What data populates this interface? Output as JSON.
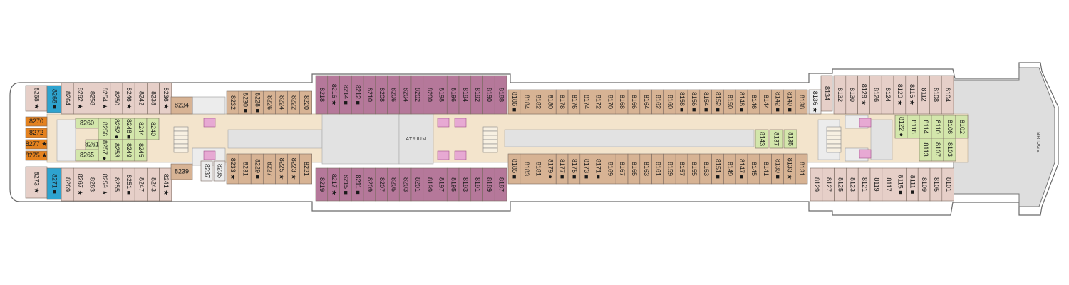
{
  "labels": {
    "atrium": "ATRIUM",
    "bridge": "BRIDGE"
  },
  "colors": {
    "tan": "#d7b394",
    "purple": "#b5789a",
    "pink": "#e6cfc8",
    "green": "#d3e6ab",
    "teal": "#2ea3cf",
    "orange": "#e4821f",
    "cream": "#f3e4cc",
    "corridor": "#e2e2e2",
    "light": "#ececec",
    "hull": "#ffffff",
    "outline": "#6a6a6a"
  },
  "cabins": {
    "top_row": [
      {
        "n": "8264",
        "c": "pink"
      },
      {
        "n": "8262 ★",
        "c": "pink"
      },
      {
        "n": "8258",
        "c": "pink"
      },
      {
        "n": "8254 ★",
        "c": "pink"
      },
      {
        "n": "8250",
        "c": "pink"
      },
      {
        "n": "8246 ★",
        "c": "pink"
      },
      {
        "n": "8242",
        "c": "pink"
      },
      {
        "n": "8238",
        "c": "pink"
      },
      {
        "n": "8236 ★",
        "c": "pink"
      },
      {
        "n": "8232",
        "c": "tan"
      },
      {
        "n": "8230 ■",
        "c": "tan"
      },
      {
        "n": "8228 ■",
        "c": "tan"
      },
      {
        "n": "8226",
        "c": "tan"
      },
      {
        "n": "8224",
        "c": "tan"
      },
      {
        "n": "8222",
        "c": "tan"
      },
      {
        "n": "8220",
        "c": "tan"
      },
      {
        "n": "8218",
        "c": "purple"
      },
      {
        "n": "8216 ★",
        "c": "purple"
      },
      {
        "n": "8214 ■",
        "c": "purple"
      },
      {
        "n": "8212 ■",
        "c": "purple"
      },
      {
        "n": "8210",
        "c": "purple"
      },
      {
        "n": "8208",
        "c": "purple"
      },
      {
        "n": "8206",
        "c": "purple"
      },
      {
        "n": "8204",
        "c": "purple"
      },
      {
        "n": "8202",
        "c": "purple"
      },
      {
        "n": "8200",
        "c": "purple"
      },
      {
        "n": "8198",
        "c": "purple"
      },
      {
        "n": "8196",
        "c": "purple"
      },
      {
        "n": "8194",
        "c": "purple"
      },
      {
        "n": "8192",
        "c": "purple"
      },
      {
        "n": "8190",
        "c": "purple"
      },
      {
        "n": "8188",
        "c": "purple"
      },
      {
        "n": "8186 ■",
        "c": "tan"
      },
      {
        "n": "8184",
        "c": "tan"
      },
      {
        "n": "8182",
        "c": "tan"
      },
      {
        "n": "8180",
        "c": "tan"
      },
      {
        "n": "8178",
        "c": "tan"
      },
      {
        "n": "8176",
        "c": "tan"
      },
      {
        "n": "8174",
        "c": "tan"
      },
      {
        "n": "8172",
        "c": "tan"
      },
      {
        "n": "8170",
        "c": "tan"
      },
      {
        "n": "8168",
        "c": "tan"
      },
      {
        "n": "8166",
        "c": "tan"
      },
      {
        "n": "8164",
        "c": "tan"
      },
      {
        "n": "8162",
        "c": "tan"
      },
      {
        "n": "8160",
        "c": "tan"
      },
      {
        "n": "8158 ■",
        "c": "tan"
      },
      {
        "n": "8156 ■",
        "c": "tan"
      },
      {
        "n": "8154 ■",
        "c": "tan"
      },
      {
        "n": "8152 ■",
        "c": "tan"
      },
      {
        "n": "8150",
        "c": "tan"
      },
      {
        "n": "8148 ■",
        "c": "tan"
      },
      {
        "n": "8146",
        "c": "tan"
      },
      {
        "n": "8144",
        "c": "tan"
      },
      {
        "n": "8142 ■",
        "c": "tan"
      },
      {
        "n": "8140 ■",
        "c": "tan"
      },
      {
        "n": "8138",
        "c": "tan"
      },
      {
        "n": "8134",
        "c": "pink"
      },
      {
        "n": "8132",
        "c": "pink"
      },
      {
        "n": "8130",
        "c": "pink"
      },
      {
        "n": "8128 ★",
        "c": "pink"
      },
      {
        "n": "8126",
        "c": "pink"
      },
      {
        "n": "8124",
        "c": "pink"
      },
      {
        "n": "8120 ★",
        "c": "pink"
      },
      {
        "n": "8116 ★",
        "c": "pink"
      },
      {
        "n": "8112",
        "c": "pink"
      },
      {
        "n": "8108",
        "c": "pink"
      },
      {
        "n": "8104",
        "c": "pink"
      }
    ],
    "bottom_row": [
      {
        "n": "8269",
        "c": "pink"
      },
      {
        "n": "8267 ★",
        "c": "pink"
      },
      {
        "n": "8263",
        "c": "pink"
      },
      {
        "n": "8259 ★",
        "c": "pink"
      },
      {
        "n": "8255",
        "c": "pink"
      },
      {
        "n": "8251 ■",
        "c": "pink"
      },
      {
        "n": "8247",
        "c": "pink"
      },
      {
        "n": "8243",
        "c": "pink"
      },
      {
        "n": "8241 ★",
        "c": "pink"
      },
      {
        "n": "8233 ★",
        "c": "tan"
      },
      {
        "n": "8231",
        "c": "tan"
      },
      {
        "n": "8229 ■",
        "c": "tan"
      },
      {
        "n": "8227",
        "c": "tan"
      },
      {
        "n": "8225 ★",
        "c": "tan"
      },
      {
        "n": "8223 ★",
        "c": "tan"
      },
      {
        "n": "8221",
        "c": "tan"
      },
      {
        "n": "8219",
        "c": "purple"
      },
      {
        "n": "8217 ★",
        "c": "purple"
      },
      {
        "n": "8215 ■",
        "c": "purple"
      },
      {
        "n": "8211 ■",
        "c": "purple"
      },
      {
        "n": "8209",
        "c": "purple"
      },
      {
        "n": "8207",
        "c": "purple"
      },
      {
        "n": "8205",
        "c": "purple"
      },
      {
        "n": "8203",
        "c": "purple"
      },
      {
        "n": "8201",
        "c": "purple"
      },
      {
        "n": "8199",
        "c": "purple"
      },
      {
        "n": "8197",
        "c": "purple"
      },
      {
        "n": "8195",
        "c": "purple"
      },
      {
        "n": "8193",
        "c": "purple"
      },
      {
        "n": "8191",
        "c": "purple"
      },
      {
        "n": "8189",
        "c": "purple"
      },
      {
        "n": "8187",
        "c": "purple"
      },
      {
        "n": "8185 ■",
        "c": "tan"
      },
      {
        "n": "8183",
        "c": "tan"
      },
      {
        "n": "8181",
        "c": "tan"
      },
      {
        "n": "8179 ●",
        "c": "tan"
      },
      {
        "n": "8177 ■",
        "c": "tan"
      },
      {
        "n": "8175 ■",
        "c": "tan"
      },
      {
        "n": "8173 ■",
        "c": "tan"
      },
      {
        "n": "8171 ■",
        "c": "tan"
      },
      {
        "n": "8169",
        "c": "tan"
      },
      {
        "n": "8167",
        "c": "tan"
      },
      {
        "n": "8165",
        "c": "tan"
      },
      {
        "n": "8163",
        "c": "tan"
      },
      {
        "n": "8161",
        "c": "tan"
      },
      {
        "n": "8159",
        "c": "tan"
      },
      {
        "n": "8157",
        "c": "tan"
      },
      {
        "n": "8155",
        "c": "tan"
      },
      {
        "n": "8153",
        "c": "tan"
      },
      {
        "n": "8151 ■",
        "c": "tan"
      },
      {
        "n": "8149",
        "c": "tan"
      },
      {
        "n": "8147 ■",
        "c": "tan"
      },
      {
        "n": "8145",
        "c": "tan"
      },
      {
        "n": "8141",
        "c": "tan"
      },
      {
        "n": "8139 ■",
        "c": "tan"
      },
      {
        "n": "8133 ★",
        "c": "tan"
      },
      {
        "n": "8131",
        "c": "tan"
      },
      {
        "n": "8129",
        "c": "pink"
      },
      {
        "n": "8127",
        "c": "pink"
      },
      {
        "n": "8125",
        "c": "pink"
      },
      {
        "n": "8123",
        "c": "pink"
      },
      {
        "n": "8121",
        "c": "pink"
      },
      {
        "n": "8119",
        "c": "pink"
      },
      {
        "n": "8117",
        "c": "pink"
      },
      {
        "n": "8115 ■",
        "c": "pink"
      },
      {
        "n": "8111 ■",
        "c": "pink"
      },
      {
        "n": "8109",
        "c": "pink"
      },
      {
        "n": "8105",
        "c": "pink"
      },
      {
        "n": "8101",
        "c": "pink"
      }
    ],
    "stern": [
      {
        "n": "8268 ★",
        "c": "pink"
      },
      {
        "n": "8270",
        "c": "orange"
      },
      {
        "n": "8272",
        "c": "orange"
      },
      {
        "n": "8277 ★",
        "c": "orange"
      },
      {
        "n": "8275 ★",
        "c": "orange"
      },
      {
        "n": "8273 ★",
        "c": "pink"
      }
    ],
    "teal": [
      {
        "n": "8266 ■"
      },
      {
        "n": "8271 ■"
      }
    ],
    "aft_inner": [
      {
        "n": "8260",
        "c": "green"
      },
      {
        "n": "8256",
        "c": "green"
      },
      {
        "n": "8252 ●",
        "c": "green"
      },
      {
        "n": "8248 ■",
        "c": "green"
      },
      {
        "n": "8244",
        "c": "green"
      },
      {
        "n": "8240",
        "c": "green"
      },
      {
        "n": "8257 ●",
        "c": "green"
      },
      {
        "n": "8253",
        "c": "green"
      },
      {
        "n": "8249",
        "c": "green"
      },
      {
        "n": "8245",
        "c": "green"
      },
      {
        "n": "8265",
        "c": "green"
      },
      {
        "n": "8261",
        "c": "green"
      }
    ],
    "aft_extra": [
      {
        "n": "8234",
        "c": "tan"
      },
      {
        "n": "8239",
        "c": "tan"
      },
      {
        "n": "8237",
        "c": "light"
      },
      {
        "n": "8235",
        "c": "light"
      }
    ],
    "mid_inner": [
      {
        "n": "8143",
        "c": "green"
      },
      {
        "n": "8137",
        "c": "green"
      },
      {
        "n": "8135",
        "c": "green"
      },
      {
        "n": "8136 ★",
        "c": "light"
      }
    ],
    "fwd_inner": [
      {
        "n": "8122 ●",
        "c": "green"
      },
      {
        "n": "8118",
        "c": "green"
      },
      {
        "n": "8114",
        "c": "green"
      },
      {
        "n": "8110",
        "c": "green"
      },
      {
        "n": "8106",
        "c": "green"
      },
      {
        "n": "8102",
        "c": "green"
      },
      {
        "n": "8113",
        "c": "green"
      },
      {
        "n": "8107",
        "c": "green"
      },
      {
        "n": "8103",
        "c": "green"
      }
    ]
  }
}
